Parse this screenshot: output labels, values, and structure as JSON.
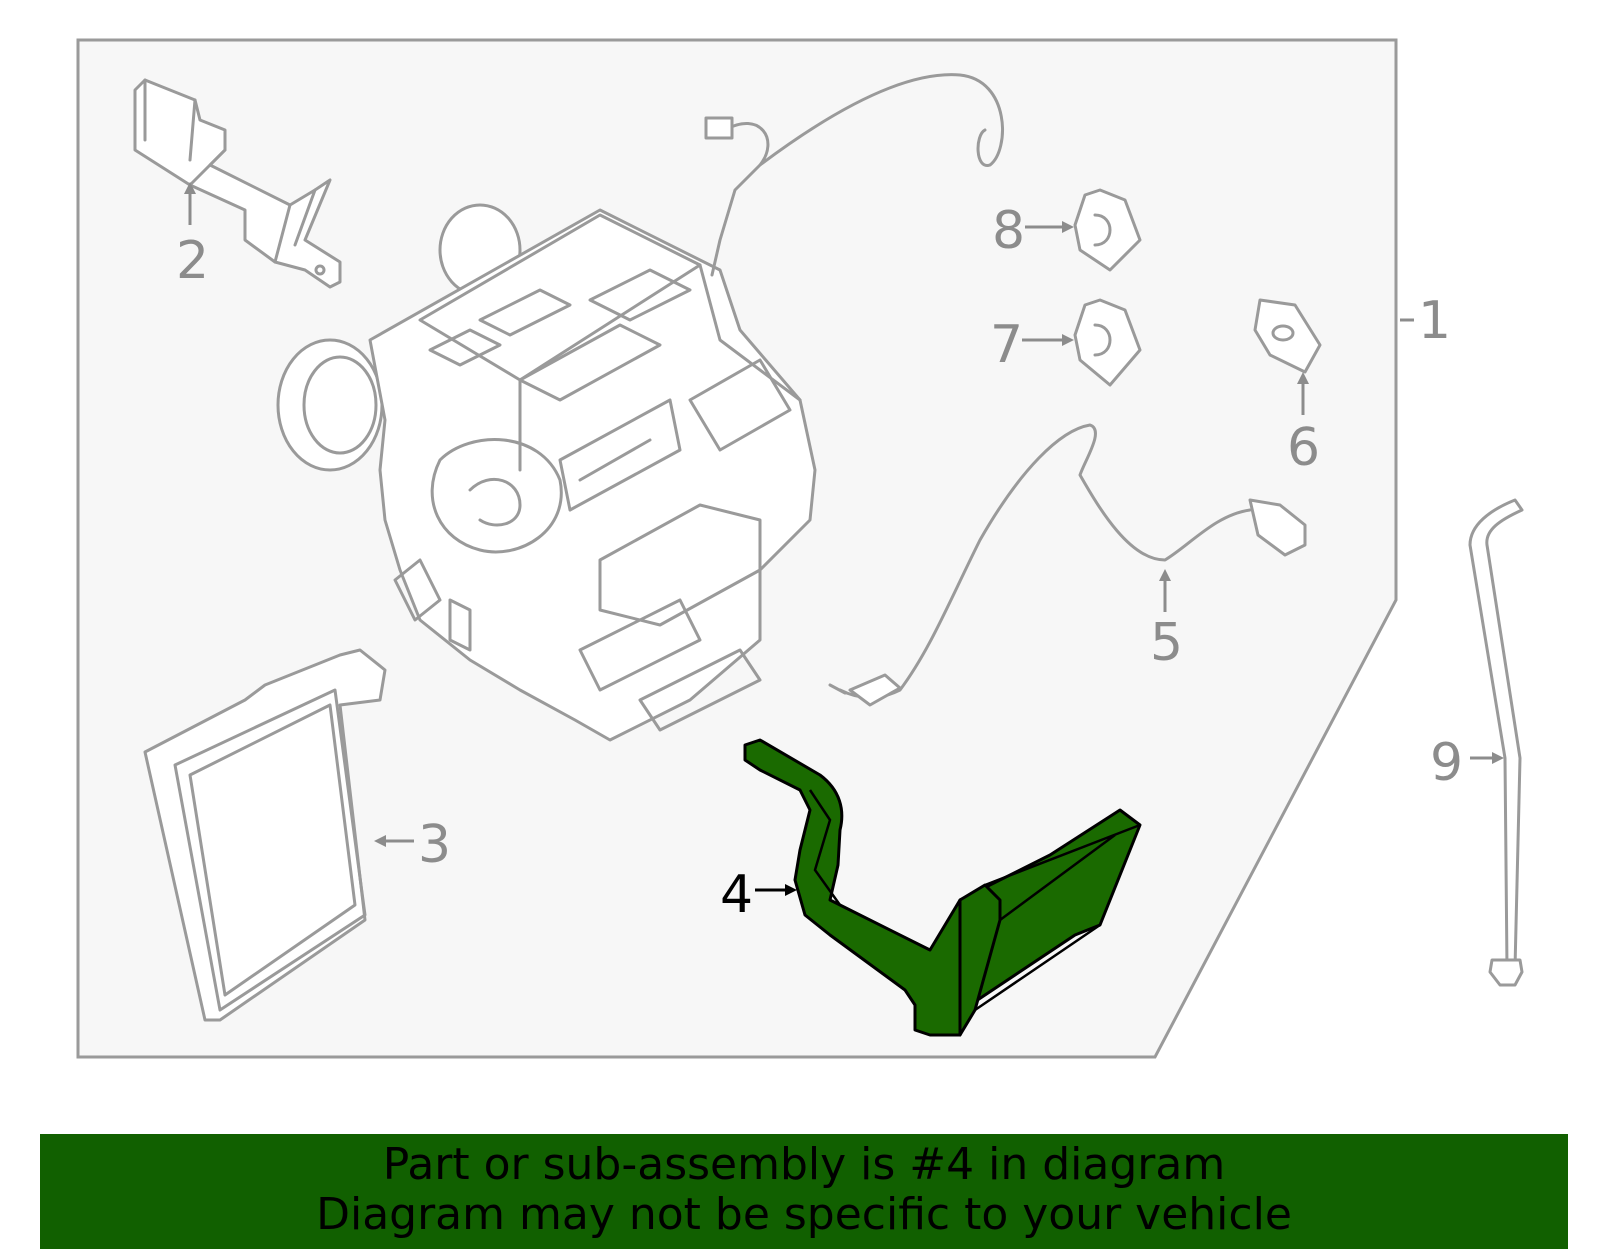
{
  "callouts": {
    "c1": "1",
    "c2": "2",
    "c3": "3",
    "c4": "4",
    "c5": "5",
    "c6": "6",
    "c7": "7",
    "c8": "8",
    "c9": "9"
  },
  "highlight": {
    "part_number": "4",
    "color": "#1a6a00"
  },
  "colors": {
    "banner": "#116000",
    "panel": "#f7f7f7",
    "line_art": "#9a9a9a"
  },
  "banner": {
    "line1": "Part or sub-assembly is #4 in diagram",
    "line2": "Diagram may not be specific to your vehicle"
  }
}
